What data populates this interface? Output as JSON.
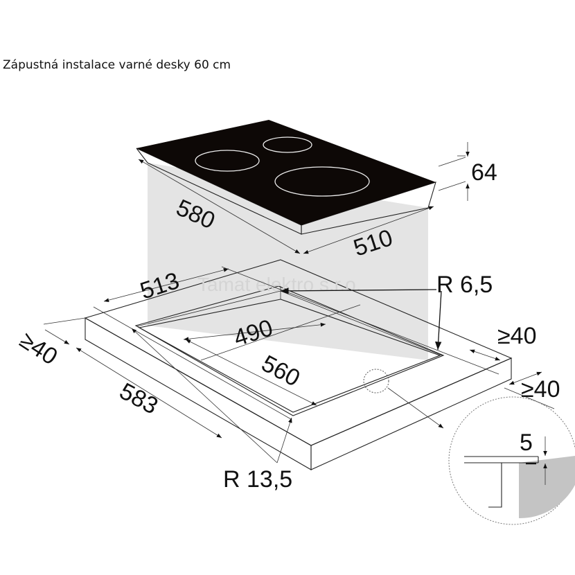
{
  "title": "Zápustná instalace varné desky 60 cm",
  "watermark": "Tamat elektro s.r.o.",
  "dimensions": {
    "hob_height": "64",
    "hob_depth": "580",
    "hob_width": "510",
    "cutout_outer_width": "513",
    "corner_radius_small": "R 6,5",
    "cutout_inner_width": "490",
    "cutout_inner_depth": "560",
    "min_side_clearance": "≥40",
    "min_front_clearance": "≥40",
    "min_back_clearance": "≥40",
    "cutout_outer_depth": "583",
    "corner_radius_large": "R 13,5",
    "recess_depth": "5"
  },
  "colors": {
    "glass": "#0d0806",
    "cabinet": "#e4e4e4",
    "line": "#222222"
  }
}
